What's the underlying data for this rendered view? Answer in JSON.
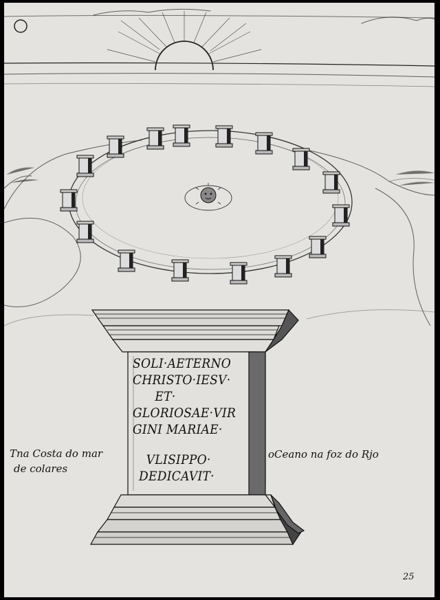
{
  "inscription": [
    "SOLI·AETERNO",
    "CHRISTO·IESV·",
    "ET·",
    "GLORIOSAE·VIR",
    "GINI MARIAE·",
    "VLISIPPO·",
    "DEDICAVIT·"
  ],
  "annotations": {
    "left_line1": "Tna Costa do mar",
    "left_line2": "de colares",
    "right": "oCeano na foz do Rjo"
  },
  "page_number": "25",
  "colors": {
    "paper": "#e4e3df",
    "ink": "#111111",
    "border": "#000000"
  },
  "icons": [
    "sun-icon",
    "crescent-moon-icon",
    "sun-face-icon"
  ]
}
